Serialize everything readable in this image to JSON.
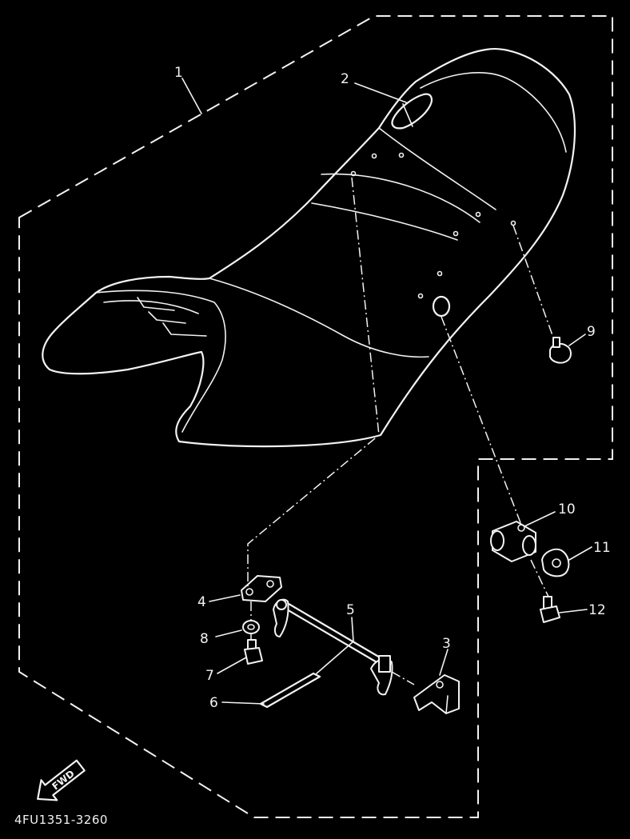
{
  "diagram": {
    "document_code": "4FU1351-3260",
    "forward_arrow_text": "FWD",
    "callouts": [
      {
        "id": "1",
        "label": "1"
      },
      {
        "id": "2",
        "label": "2"
      },
      {
        "id": "3",
        "label": "3"
      },
      {
        "id": "4",
        "label": "4"
      },
      {
        "id": "5",
        "label": "5"
      },
      {
        "id": "6",
        "label": "6"
      },
      {
        "id": "7",
        "label": "7"
      },
      {
        "id": "8",
        "label": "8"
      },
      {
        "id": "9",
        "label": "9"
      },
      {
        "id": "10",
        "label": "10"
      },
      {
        "id": "11",
        "label": "11"
      },
      {
        "id": "12",
        "label": "12"
      }
    ]
  }
}
